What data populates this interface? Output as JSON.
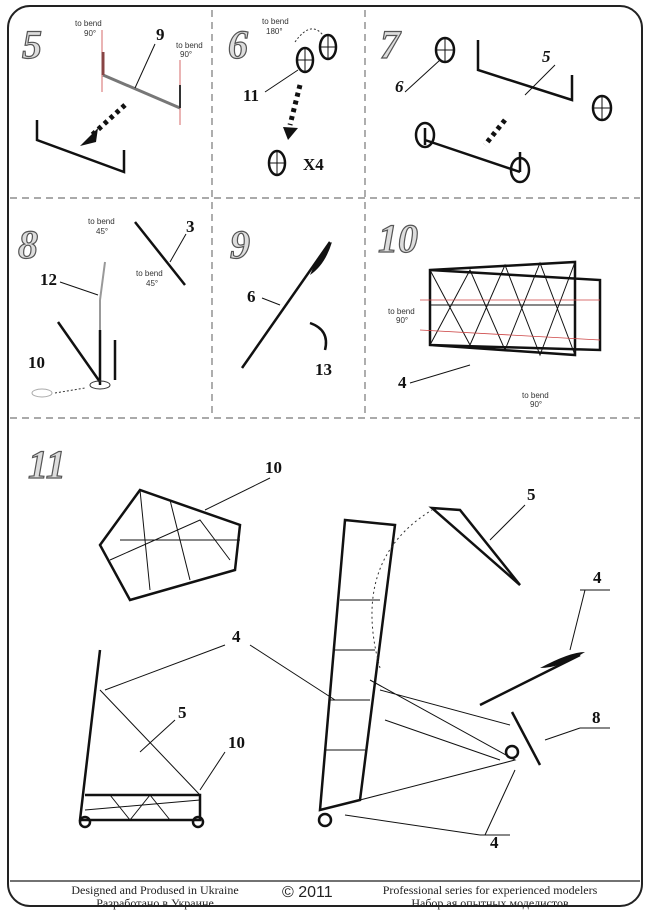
{
  "steps": {
    "s5": "5",
    "s6": "6",
    "s7": "7",
    "s8": "8",
    "s9": "9",
    "s10": "10",
    "s11": "11"
  },
  "bend_labels": {
    "to_bend": "to bend",
    "deg90": "90°",
    "deg180": "180°",
    "deg45": "45°"
  },
  "parts": {
    "p9": "9",
    "p11": "11",
    "x4": "X4",
    "p6": "6",
    "p5": "5",
    "p3": "3",
    "p12": "12",
    "p10": "10",
    "p13": "13",
    "p4": "4",
    "p8": "8"
  },
  "footer": {
    "left_en": "Designed and Prodused in Ukraine",
    "left_ru": "Разработано в Украине",
    "copyright": "© 2011",
    "right_en": "Professional series for experienced modelers",
    "right_ru": "Набор ая опытных моделистов"
  }
}
